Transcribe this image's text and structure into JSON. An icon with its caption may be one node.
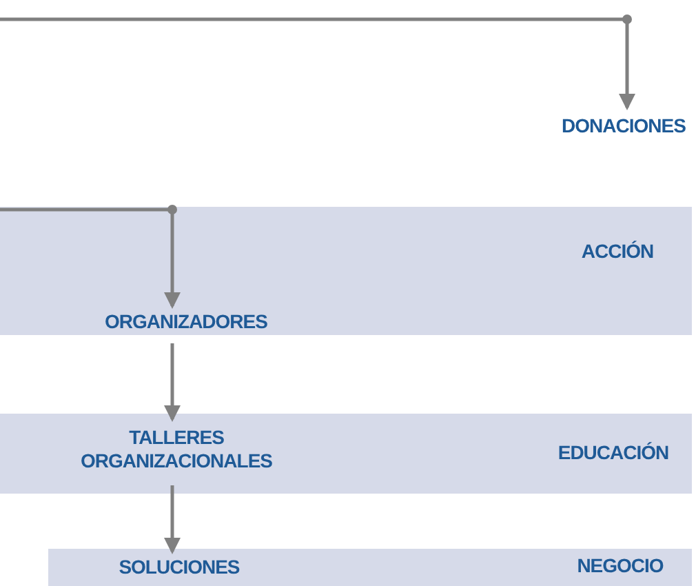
{
  "diagram": {
    "nodes": [
      {
        "text": [
          "DONACIONES"
        ]
      },
      {
        "text": [
          "ACCIÓN"
        ]
      },
      {
        "text": [
          "ORGANIZADORES"
        ],
        "in": 1
      },
      {
        "text": [
          "EDUCACIÓN"
        ]
      },
      {
        "text": [
          "TALLERES ORGANIZACIONALES"
        ],
        "in": 3
      },
      {
        "text": [
          "NEGOCIO"
        ]
      },
      {
        "text": [
          "SOLUCIONES"
        ],
        "in": 5
      }
    ],
    "edges": [
      {
        "from": null,
        "to": 0,
        "arrow": "to"
      },
      {
        "from": null,
        "to": 2,
        "arrow": "to"
      },
      {
        "from": 2,
        "to": 4,
        "arrow": "to"
      },
      {
        "from": 4,
        "to": 6,
        "arrow": "to"
      }
    ]
  }
}
